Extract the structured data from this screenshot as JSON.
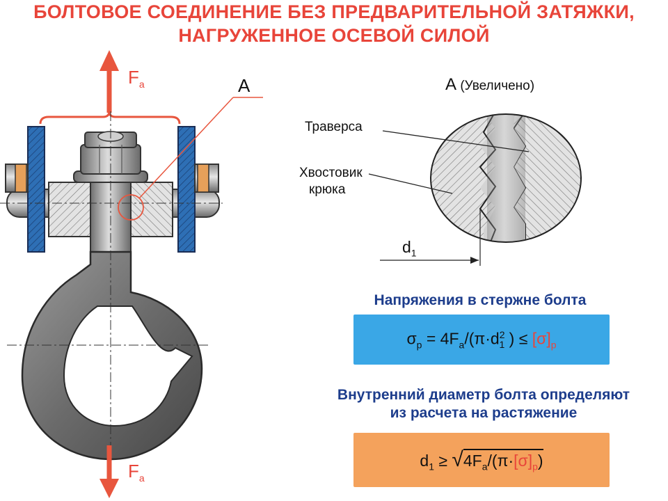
{
  "title": {
    "line1": "БОЛТОВОЕ  СОЕДИНЕНИЕ БЕЗ ПРЕДВАРИТЕЛЬНОЙ ЗАТЯЖКИ,",
    "line2": "НАГРУЖЕННОЕ ОСЕВОЙ СИЛОЙ"
  },
  "hook": {
    "force_top": {
      "main": "F",
      "sub": "a"
    },
    "force_bottom": {
      "main": "F",
      "sub": "a"
    },
    "callout": "A"
  },
  "detail": {
    "title": "A",
    "title_note": "(Увеличено)",
    "label_traverse": "Траверса",
    "label_shank_1": "Хвостовик",
    "label_shank_2": "крюка",
    "dim": {
      "main": "d",
      "sub": "1"
    }
  },
  "stress": {
    "heading": "Напряжения в стержне болта",
    "f_sigma": "σ",
    "f_p": "р",
    "f_eq": "= 4F",
    "f_a": "a",
    "f_mid": "/(π·d",
    "f_one": "1",
    "f_two": "2",
    "f_le": ") ≤",
    "f_allow": "[σ]",
    "f_p2": "р"
  },
  "diameter": {
    "heading_1": "Внутренний диаметр болта  определяют",
    "heading_2": "из  расчета  на  растяжение",
    "f_d": "d",
    "f_one": "1",
    "f_ge": "≥",
    "f_body": "4F",
    "f_a": "a",
    "f_mid": "/(π·",
    "f_allow": "[σ]",
    "f_p": "р",
    "f_close": ")"
  },
  "colors": {
    "title_red": "#e8453a",
    "arrow_red": "#e8563e",
    "heading_blue": "#1d3d8c",
    "box_blue": "#3aa7e6",
    "box_orange": "#f4a25c",
    "washer_blue": "#2e6fb5",
    "pin_orange": "#e6a05a"
  }
}
